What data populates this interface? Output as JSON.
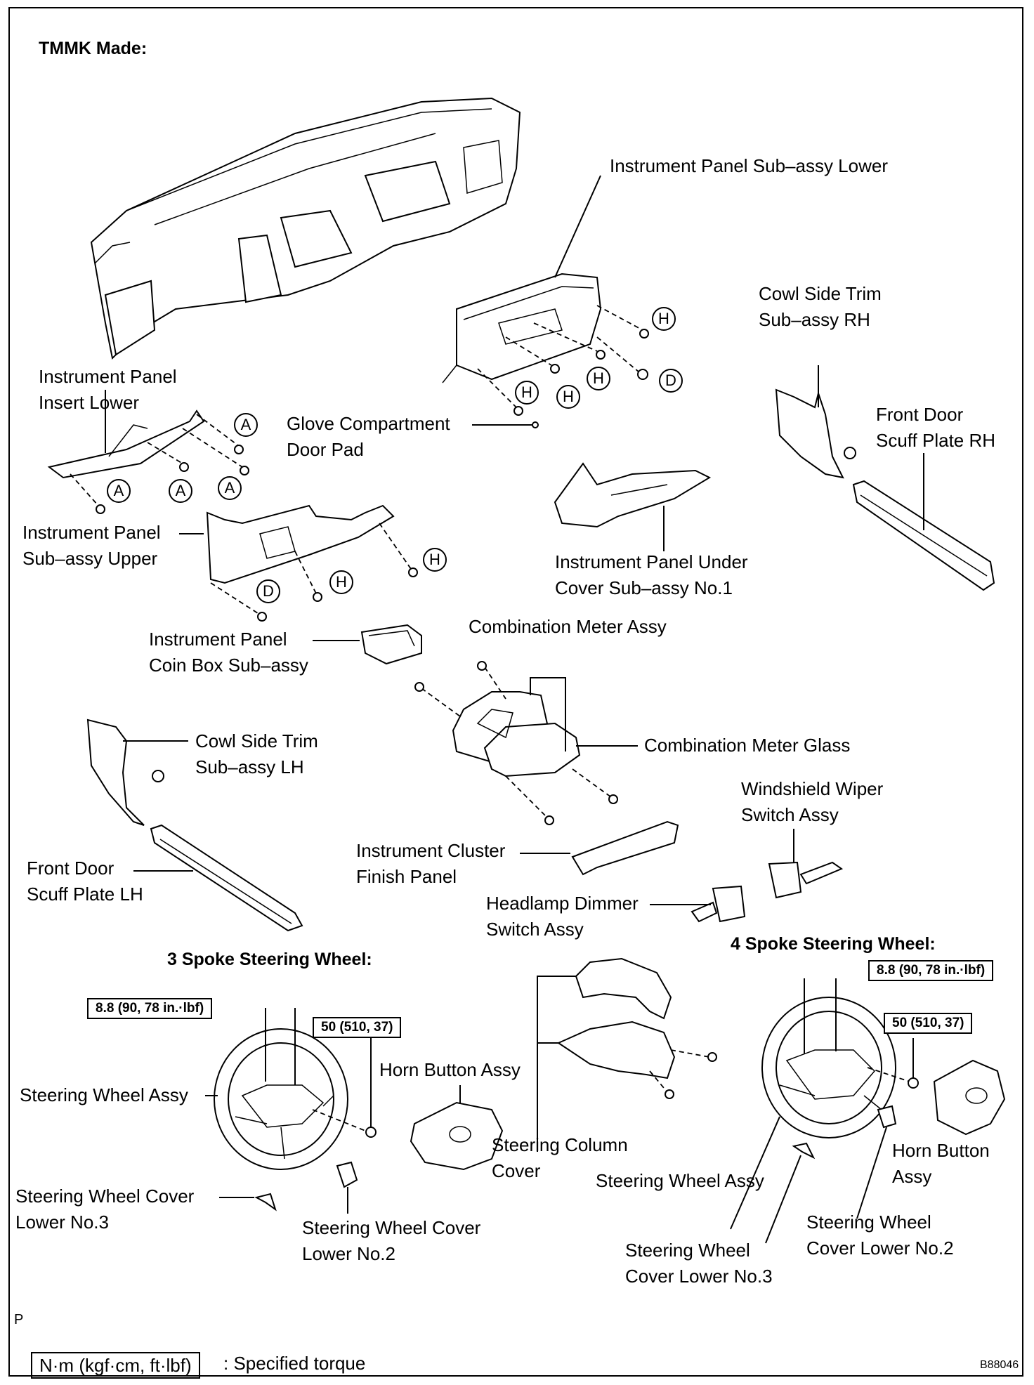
{
  "header": {
    "title": "TMMK Made:"
  },
  "labels": {
    "ip_lower": "Instrument Panel Sub–assy Lower",
    "cowl_rh": "Cowl Side Trim\nSub–assy RH",
    "ip_insert_lower": "Instrument Panel\nInsert Lower",
    "glove_pad": "Glove Compartment\nDoor Pad",
    "scuff_rh": "Front Door\nScuff Plate RH",
    "ip_upper": "Instrument Panel\nSub–assy Upper",
    "ip_under_cover": "Instrument Panel Under\nCover Sub–assy No.1",
    "coin_box": "Instrument Panel\nCoin Box Sub–assy",
    "comb_meter": "Combination Meter Assy",
    "cowl_lh": "Cowl Side Trim\nSub–assy LH",
    "comb_glass": "Combination Meter Glass",
    "wiper_switch": "Windshield Wiper\nSwitch Assy",
    "cluster_panel": "Instrument Cluster\nFinish Panel",
    "scuff_lh": "Front Door\nScuff Plate LH",
    "dimmer_switch": "Headlamp Dimmer\nSwitch Assy",
    "sw_assy_3": "Steering Wheel Assy",
    "horn_3": "Horn Button Assy",
    "column_cover": "Steering Column\nCover",
    "cover_no3_left": "Steering Wheel Cover\nLower No.3",
    "cover_no2_left": "Steering Wheel Cover\nLower No.2",
    "sw_assy_4": "Steering Wheel Assy",
    "horn_4": "Horn Button\nAssy",
    "cover_no2_right": "Steering Wheel\nCover Lower No.2",
    "cover_no3_right": "Steering Wheel\nCover Lower No.3"
  },
  "sections": {
    "spoke3": "3 Spoke Steering Wheel:",
    "spoke4": "4 Spoke Steering Wheel:"
  },
  "torque": {
    "spoke3_wheel": "8.8 (90, 78 in.·lbf)",
    "spoke3_nut": "50 (510, 37)",
    "spoke4_wheel": "8.8 (90, 78 in.·lbf)",
    "spoke4_nut": "50 (510, 37)"
  },
  "markers": {
    "A": "A",
    "D": "D",
    "H": "H"
  },
  "legend": {
    "unit_box": "N·m (kgf·cm, ft·lbf)",
    "description": ": Specified torque"
  },
  "footer": {
    "page_mark": "P",
    "figure_code": "B88046"
  }
}
